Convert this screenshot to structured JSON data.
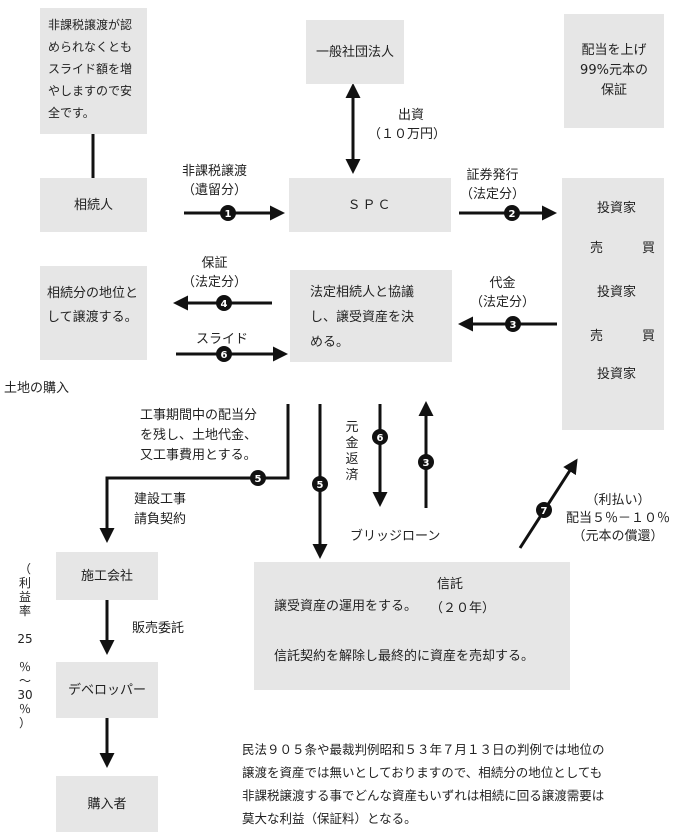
{
  "boxes": {
    "top_left": [
      "非課税譲渡が認",
      "められなくとも",
      "スライド額を増",
      "やしますので安",
      "全です。"
    ],
    "general_assoc": "一般社団法人",
    "dividend": [
      "配当を上げ",
      "99%元本の",
      "保証"
    ],
    "heir": "相続人",
    "spc": "ＳＰＣ",
    "investors": {
      "investor": "投資家",
      "sell": "売",
      "buy": "買"
    },
    "heir_status": [
      "相続分の地位と",
      "して譲渡する。"
    ],
    "consult": [
      "法定相続人と協議",
      "し、譲受資産を決",
      "める。"
    ],
    "contractor": "施工会社",
    "developer": "デベロッパー",
    "buyer": "購入者",
    "trust": {
      "title": "信託",
      "line1": "譲受資産の運用をする。",
      "line1b": "（２０年）",
      "line2": "信託契約を解除し最終的に資産を売却する。"
    }
  },
  "labels": {
    "investment": [
      "出資",
      "（１０万円）"
    ],
    "tax_free": [
      "非課税譲渡",
      "（遺留分）"
    ],
    "securities": [
      "証券発行",
      "（法定分）"
    ],
    "guarantee": [
      "保証",
      "（法定分）"
    ],
    "payment": [
      "代金",
      "（法定分）"
    ],
    "slide": "スライド",
    "land_purchase": "土地の購入",
    "construction_note": [
      "工事期間中の配当分",
      "を残し、土地代金、",
      "又工事費用とする。"
    ],
    "construction_contract": [
      "建設工事",
      "請負契約"
    ],
    "principal_repayment": [
      "元",
      "金",
      "返",
      "済"
    ],
    "bridge_loan": "ブリッジローン",
    "interest": [
      "（利払い）",
      "配当５％－１０％",
      "（元本の償還）"
    ],
    "profit_rate": [
      "（",
      "利",
      "益",
      "率",
      "",
      "25",
      "",
      "％",
      "～",
      "30",
      "％",
      "）"
    ],
    "sales_consignment": "販売委託"
  },
  "steps": [
    "1",
    "2",
    "3",
    "4",
    "5",
    "6",
    "7"
  ],
  "footer": [
    "民法９０５条や最裁判例昭和５３年７月１３日の判例では地位の",
    "譲渡を資産では無いとしておりますので、相続分の地位としても",
    "非課税譲渡する事でどんな資産もいずれは相続に回る譲渡需要は",
    "莫大な利益（保証料）となる。"
  ]
}
